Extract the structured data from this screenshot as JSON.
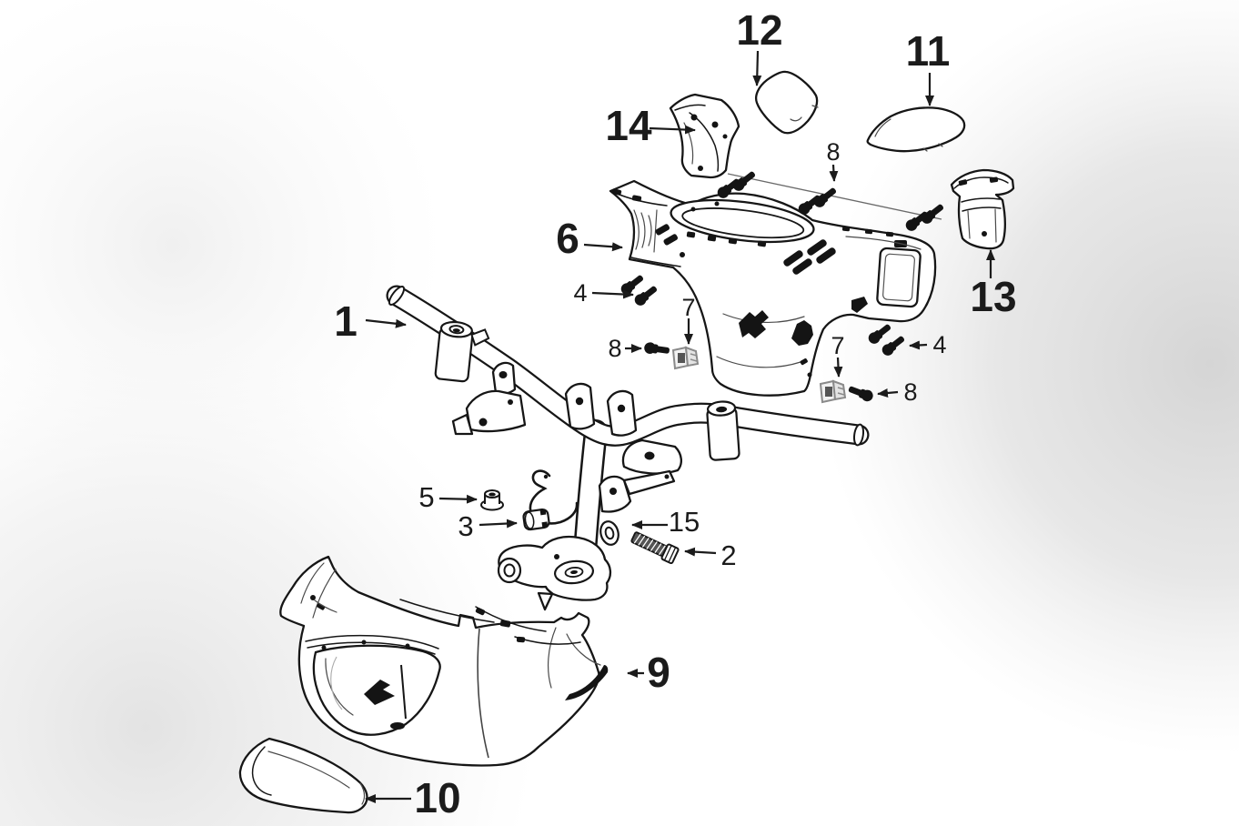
{
  "figure": {
    "type": "exploded-parts-diagram",
    "background_color": "#ffffff",
    "line_color": "#1b1b1b",
    "shade_color": "#d9d9d9",
    "callouts": [
      {
        "label": "1",
        "size": "large"
      },
      {
        "label": "2",
        "size": "medium"
      },
      {
        "label": "3",
        "size": "medium"
      },
      {
        "label": "4",
        "size": "small",
        "instance": "left"
      },
      {
        "label": "4",
        "size": "small",
        "instance": "right"
      },
      {
        "label": "5",
        "size": "medium"
      },
      {
        "label": "6",
        "size": "large"
      },
      {
        "label": "7",
        "size": "small",
        "instance": "left"
      },
      {
        "label": "7",
        "size": "small",
        "instance": "right"
      },
      {
        "label": "8",
        "size": "small",
        "instance": "top"
      },
      {
        "label": "8",
        "size": "small",
        "instance": "left"
      },
      {
        "label": "8",
        "size": "small",
        "instance": "right"
      },
      {
        "label": "9",
        "size": "large"
      },
      {
        "label": "10",
        "size": "large"
      },
      {
        "label": "11",
        "size": "large"
      },
      {
        "label": "12",
        "size": "large"
      },
      {
        "label": "13",
        "size": "large"
      },
      {
        "label": "14",
        "size": "large"
      },
      {
        "label": "15",
        "size": "medium"
      }
    ]
  }
}
